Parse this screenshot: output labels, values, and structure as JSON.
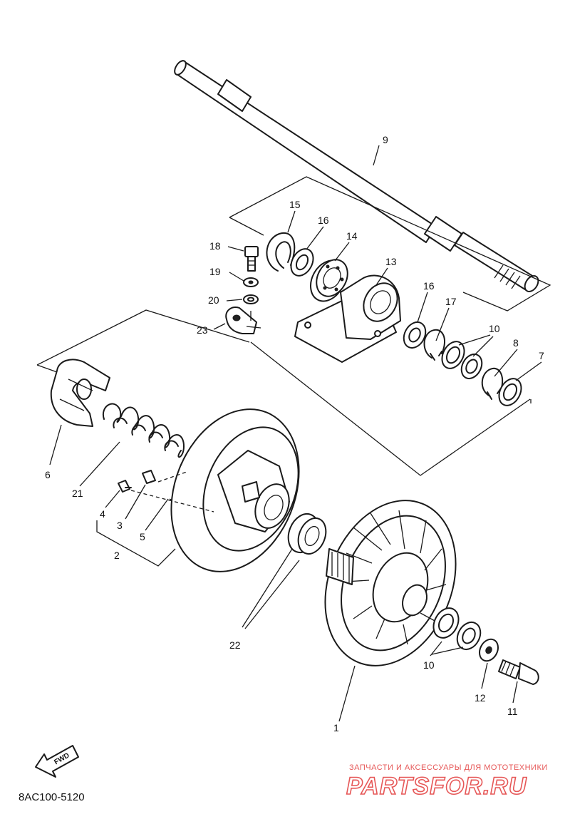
{
  "diagram": {
    "catalog_code": "8AC100-5120",
    "fwd_label": "FWD",
    "callouts": {
      "p1": "1",
      "p2": "2",
      "p3": "3",
      "p4": "4",
      "p5": "5",
      "p6": "6",
      "p7": "7",
      "p8": "8",
      "p9": "9",
      "p10a": "10",
      "p10b": "10",
      "p11": "11",
      "p12": "12",
      "p13": "13",
      "p14": "14",
      "p15": "15",
      "p16a": "16",
      "p16b": "16",
      "p17": "17",
      "p18": "18",
      "p19": "19",
      "p20": "20",
      "p21": "21",
      "p22": "22",
      "p23": "23"
    }
  },
  "watermark": {
    "tagline": "ЗАПЧАСТИ И АКСЕССУАРЫ ДЛЯ МОТОТЕХНИКИ",
    "brand": "PARTSFOR.RU",
    "color": "#e23a3a"
  }
}
